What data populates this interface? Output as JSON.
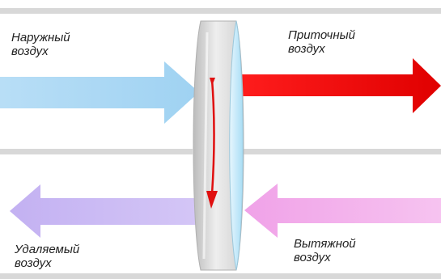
{
  "labels": {
    "outdoor_air": [
      "Наружный",
      "воздух"
    ],
    "supply_air": [
      "Приточный",
      "воздух"
    ],
    "exhaust_air": [
      "Удаляемый",
      "воздух"
    ],
    "extract_air": [
      "Вытяжной",
      "воздух"
    ]
  },
  "colors": {
    "outdoor_air": "#a9d8f5",
    "supply_air": "#ee0f0f",
    "exhaust_air": "#c9b8f3",
    "extract_air": "#f3b2ec",
    "wheel_rim": "#d4d4d4",
    "wheel_face": "#c5e8f8",
    "rotation_arrow": "#e01010",
    "duct_line": "#d8d8d8"
  }
}
